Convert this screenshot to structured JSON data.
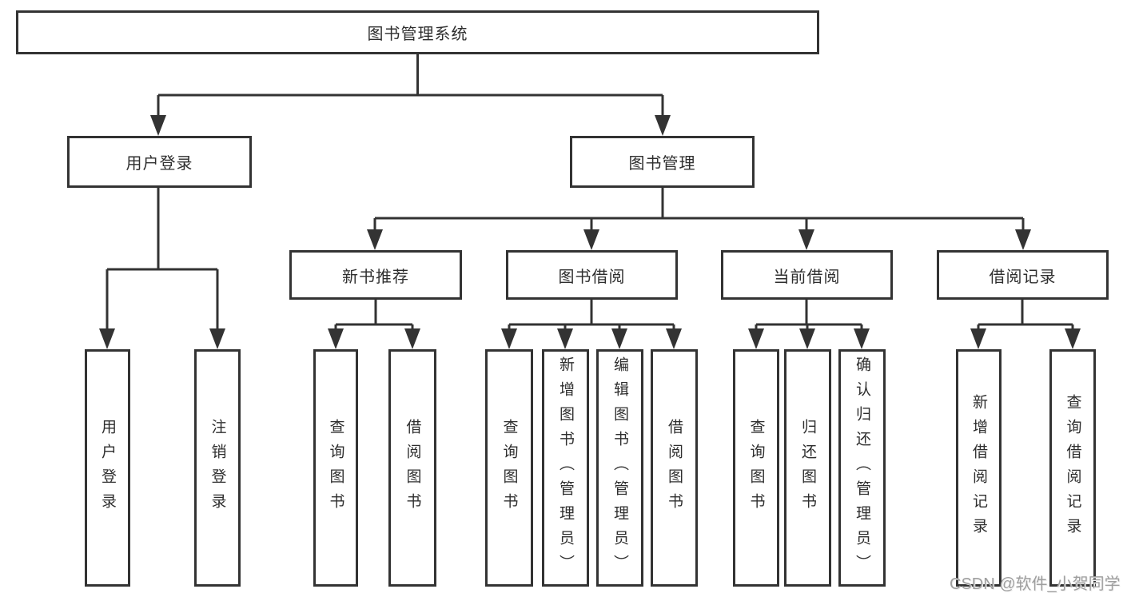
{
  "tree": {
    "root": {
      "label": "图书管理系统"
    },
    "level2": [
      {
        "label": "用户登录"
      },
      {
        "label": "图书管理"
      }
    ],
    "level3": [
      {
        "label": "新书推荐"
      },
      {
        "label": "图书借阅"
      },
      {
        "label": "当前借阅"
      },
      {
        "label": "借阅记录"
      }
    ],
    "leaves": {
      "user": [
        "用户登录",
        "注销登录"
      ],
      "recommend": [
        "查询图书",
        "借阅图书"
      ],
      "borrow": [
        "查询图书",
        "新增图书（管理员）",
        "编辑图书（管理员）",
        "借阅图书"
      ],
      "current": [
        "查询图书",
        "归还图书",
        "确认归还（管理员）"
      ],
      "record": [
        "新增借阅记录",
        "查询借阅记录"
      ]
    }
  },
  "watermark": "CSDN @软件_小贺同学",
  "colors": {
    "line": "#333333",
    "box_fill": "#ffffff",
    "text": "#2e2e2e",
    "watermark": "#9f9f9f",
    "background": "#ffffff"
  }
}
